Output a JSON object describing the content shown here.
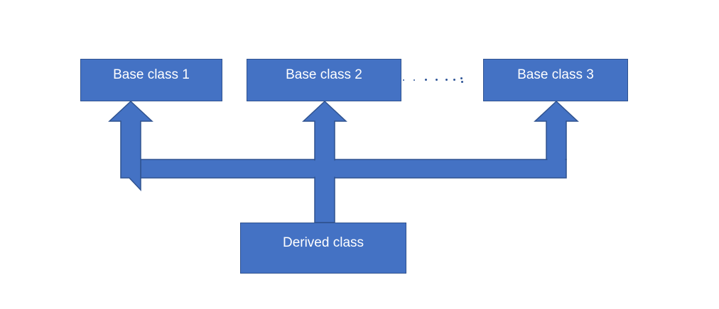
{
  "colors": {
    "fill": "#4472c4",
    "stroke": "#2f528f",
    "text": "#ffffff",
    "dots": "#2f5597"
  },
  "diagram": {
    "base_classes": [
      {
        "label": "Base class 1"
      },
      {
        "label": "Base class 2"
      },
      {
        "label": "Base class 3"
      }
    ],
    "derived_class": {
      "label": "Derived class"
    }
  }
}
